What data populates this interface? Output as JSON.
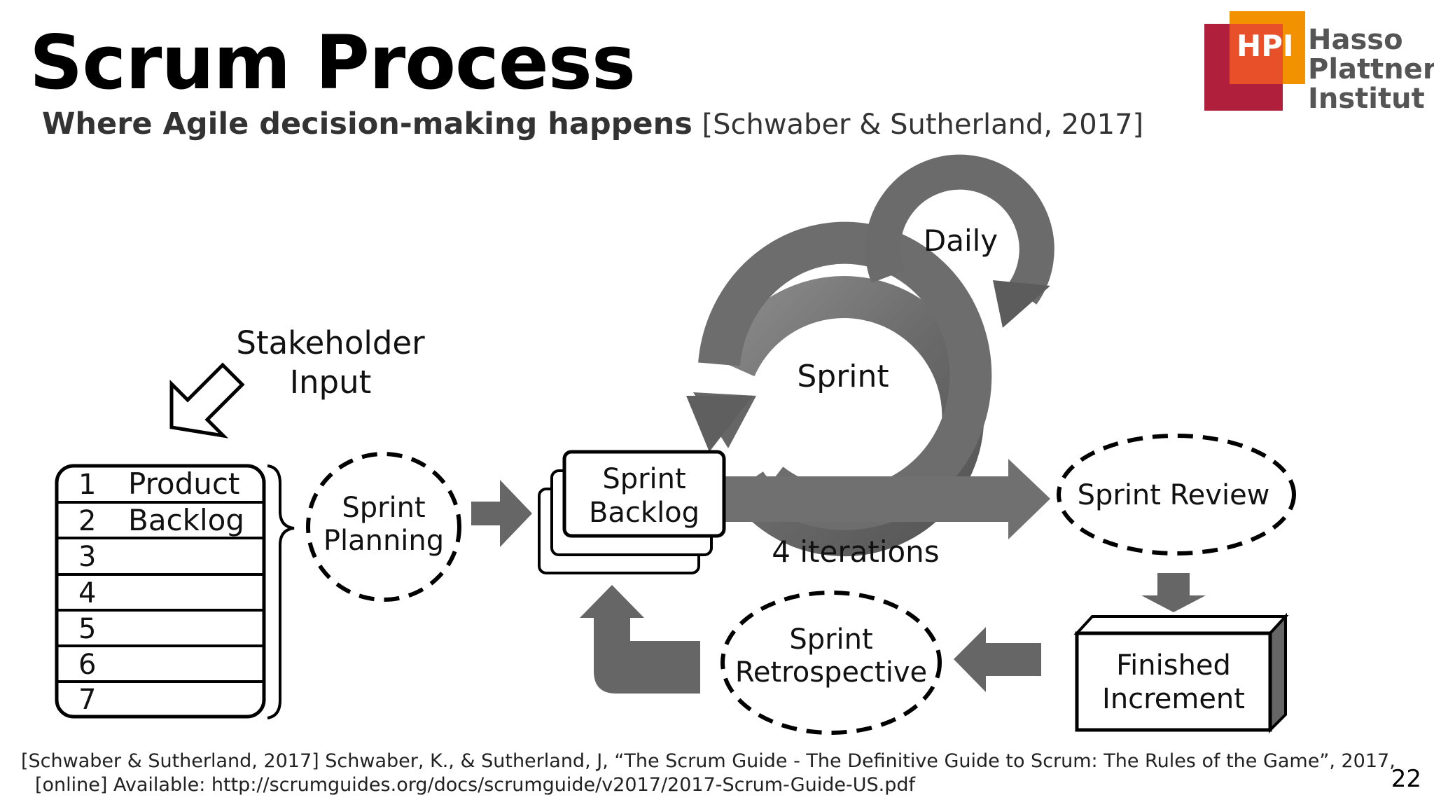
{
  "slide": {
    "title": "Scrum Process",
    "subtitle_bold": "Where Agile decision-making happens",
    "subtitle_ref": "[Schwaber & Sutherland, 2017]",
    "page_number": "22"
  },
  "logo": {
    "abbr": "HPI",
    "line1": "Hasso",
    "line2": "Plattner",
    "line3": "Institut",
    "colors": {
      "red": "#b01f3c",
      "orange": "#f39200",
      "text": "#555555"
    }
  },
  "diagram": {
    "stakeholder_line1": "Stakeholder",
    "stakeholder_line2": "Input",
    "backlog_rows": [
      "1",
      "2",
      "3",
      "4",
      "5",
      "6",
      "7"
    ],
    "backlog_label_line1": "Product",
    "backlog_label_line2": "Backlog",
    "sprint_planning_line1": "Sprint",
    "sprint_planning_line2": "Planning",
    "sprint_backlog_line1": "Sprint",
    "sprint_backlog_line2": "Backlog",
    "daily": "Daily",
    "sprint": "Sprint",
    "iterations": "4 iterations",
    "sprint_review": "Sprint Review",
    "finished_line1": "Finished",
    "finished_line2": "Increment",
    "retro_line1": "Sprint",
    "retro_line2": "Retrospective",
    "colors": {
      "arrow": "#666666",
      "arrow_dark": "#555555",
      "outline": "#000000"
    }
  },
  "footer": {
    "line1": "[Schwaber & Sutherland, 2017] Schwaber, K., & Sutherland, J, “The Scrum Guide - The Definitive Guide to Scrum: The Rules of the Game”, 2017,",
    "line2": "[online] Available: http://scrumguides.org/docs/scrumguide/v2017/2017-Scrum-Guide-US.pdf"
  }
}
